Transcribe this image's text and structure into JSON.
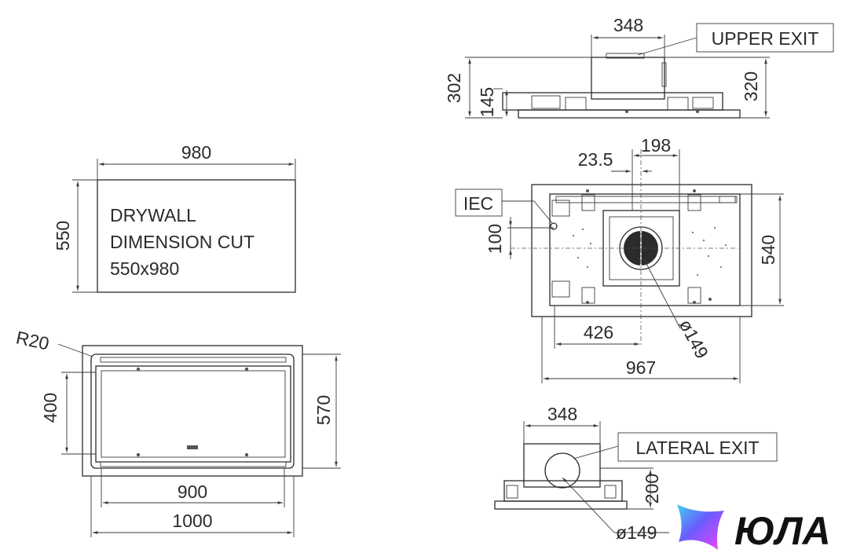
{
  "drywall": {
    "width_label": "980",
    "height_label": "550",
    "text_line1": "DRYWALL",
    "text_line2": "DIMENSION CUT",
    "text_line3": "550x980"
  },
  "bottom_view": {
    "radius_label": "R20",
    "inner_height_label": "400",
    "outer_height_label": "570",
    "inner_width_label": "900",
    "outer_width_label": "1000"
  },
  "upper_view": {
    "width_label": "348",
    "exit_label": "UPPER EXIT",
    "left_height_label": "302",
    "inner_height_label": "145",
    "right_height_label": "320"
  },
  "plan_view": {
    "dim_198": "198",
    "dim_23_5": "23.5",
    "iec_label": "IEC",
    "dim_100": "100",
    "dim_540": "540",
    "dim_426": "426",
    "dim_967": "967",
    "diameter_label": "ø149"
  },
  "lateral_view": {
    "width_label": "348",
    "exit_label": "LATERAL EXIT",
    "height_label": "200",
    "diameter_label": "ø149"
  },
  "brand": {
    "name": "ЮЛА",
    "colors": [
      "#3fd0f0",
      "#6a5cff",
      "#c24bff",
      "#ff5fa0"
    ]
  }
}
